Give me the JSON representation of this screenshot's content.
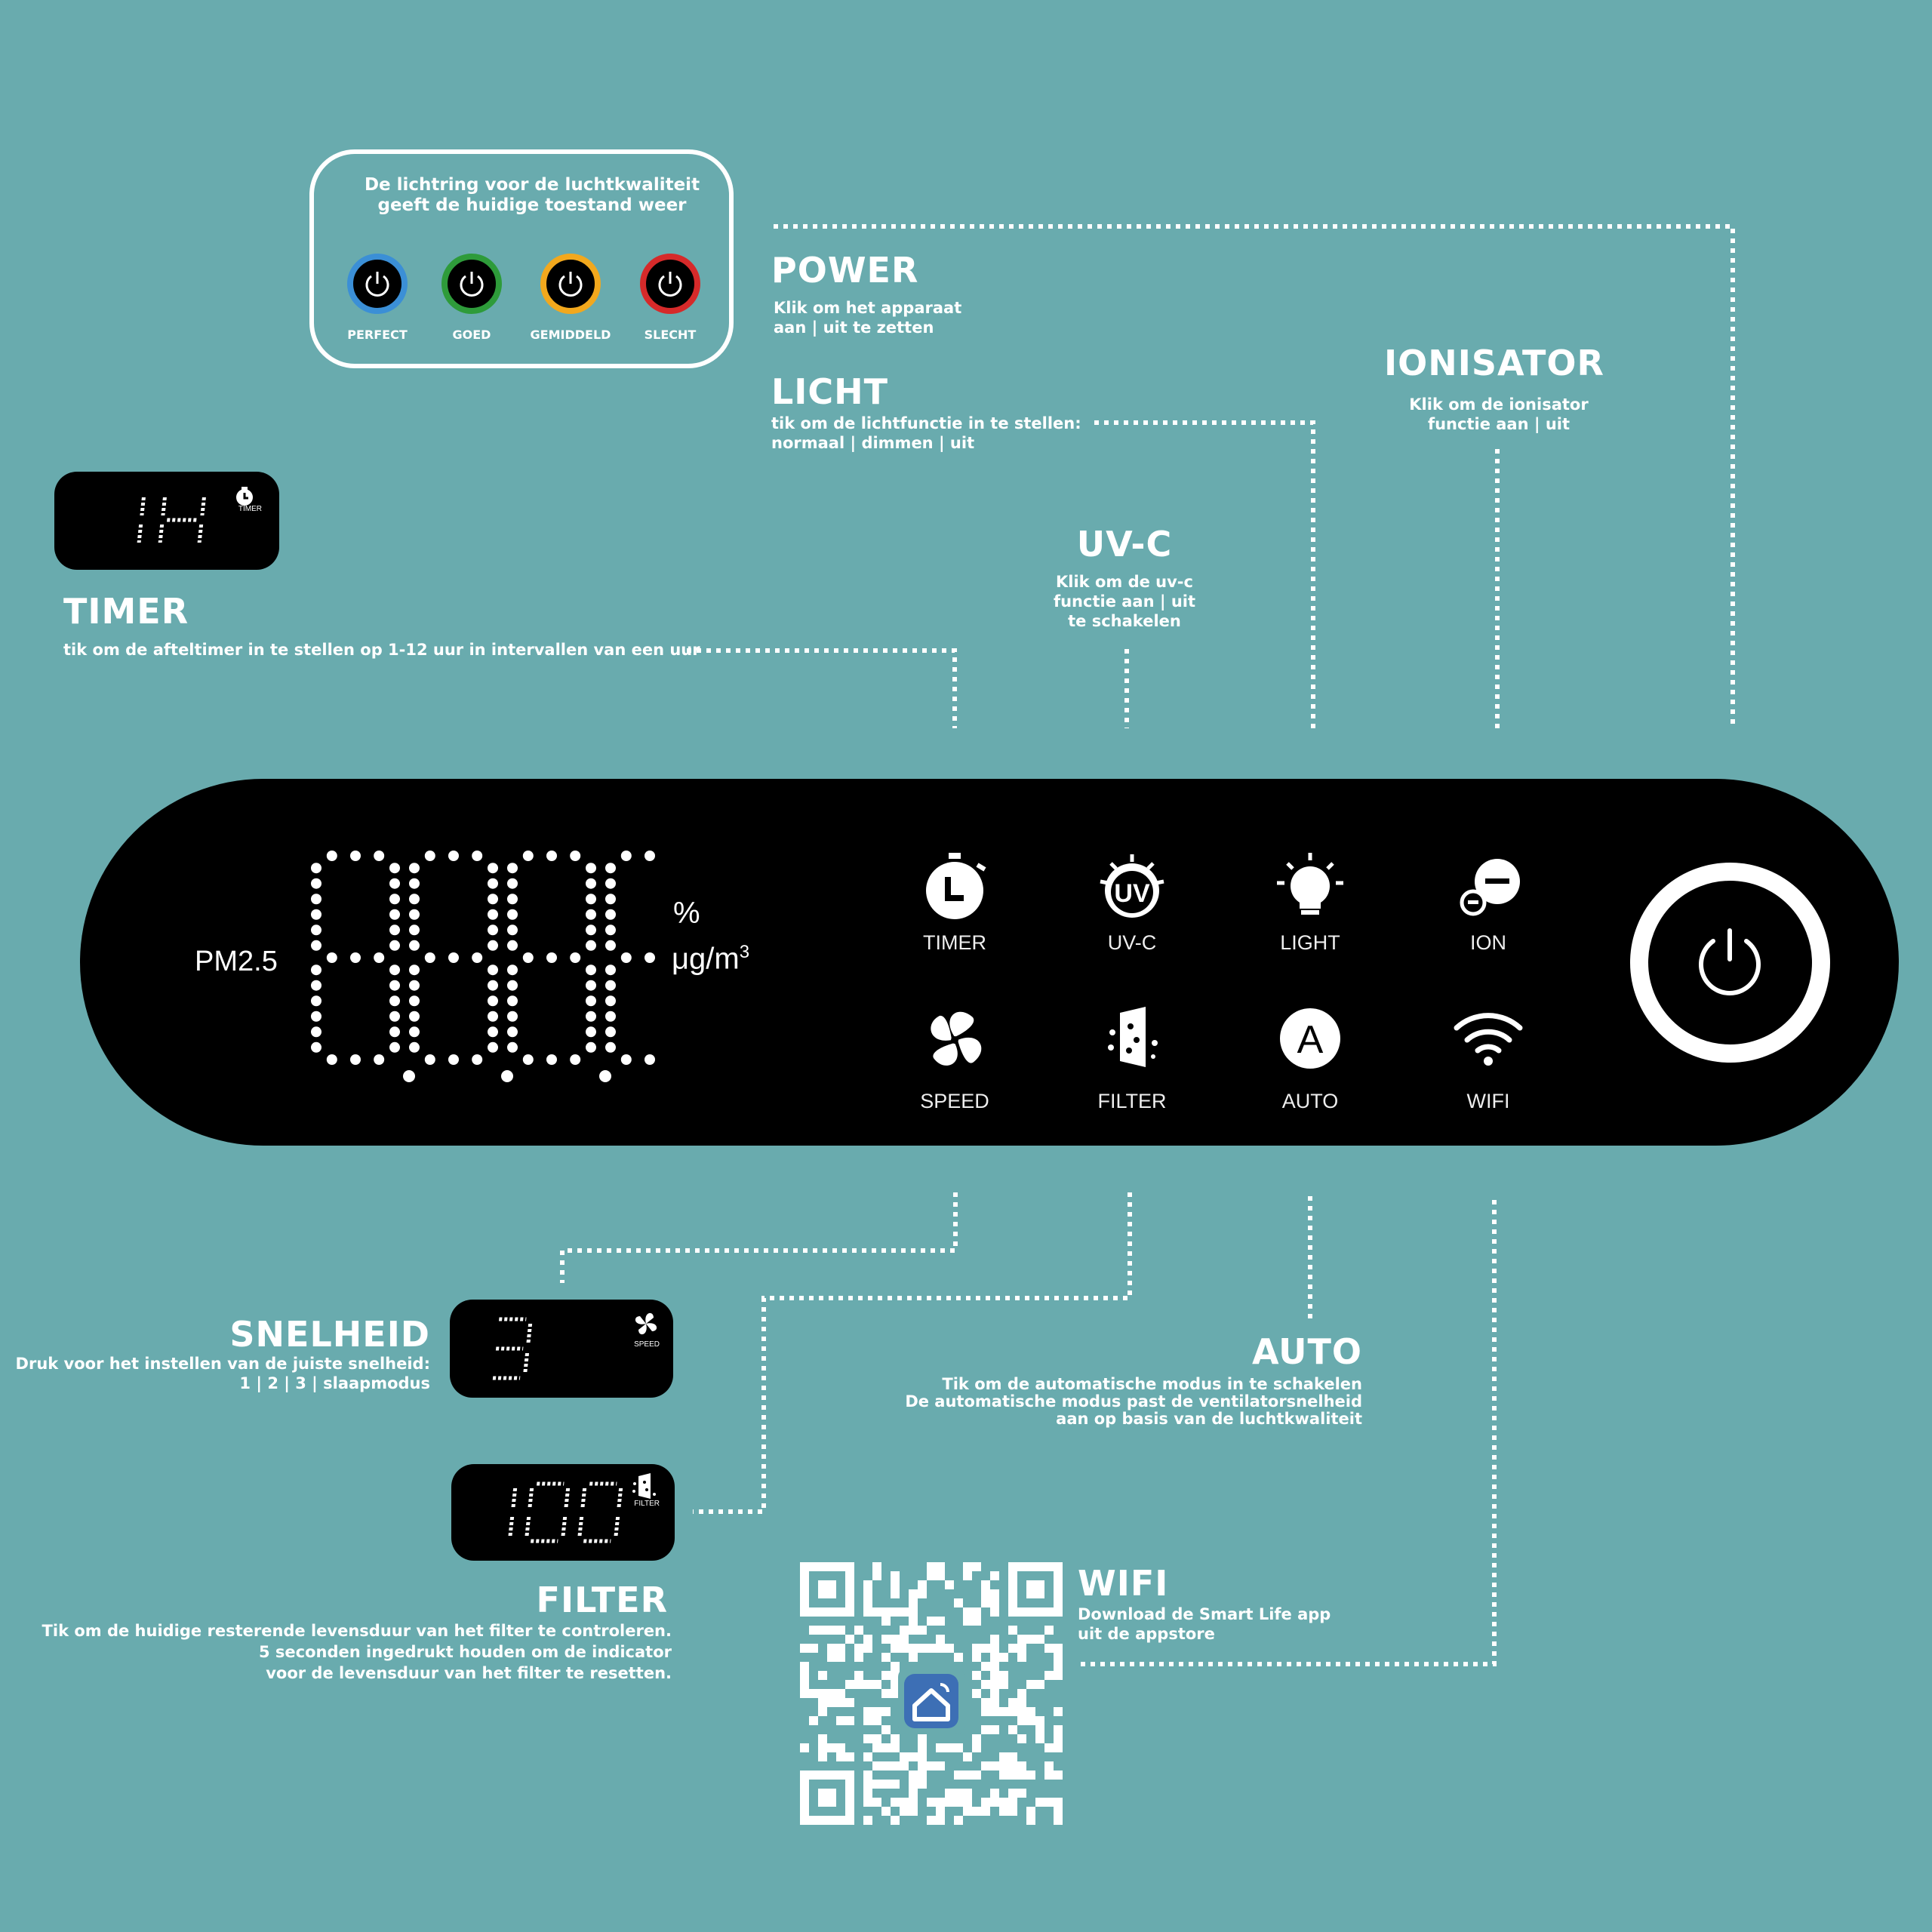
{
  "legend": {
    "text": "De lichtring voor de luchtkwaliteit\ngeeft de huidige toestand weer",
    "rings": [
      {
        "label": "PERFECT",
        "color": "#3b8fd6"
      },
      {
        "label": "GOED",
        "color": "#2e9b3a"
      },
      {
        "label": "GEMIDDELD",
        "color": "#f2a81d"
      },
      {
        "label": "SLECHT",
        "color": "#d62a2a"
      }
    ]
  },
  "annotations": {
    "power": {
      "title": "POWER",
      "desc": "Klik om het apparaat\naan | uit te zetten"
    },
    "licht": {
      "title": "LICHT",
      "desc": "tik om de lichtfunctie in te stellen:\nnormaal | dimmen | uit"
    },
    "ionisator": {
      "title": "IONISATOR",
      "desc": "Klik om de ionisator\nfunctie aan | uit"
    },
    "uvc": {
      "title": "UV-C",
      "desc": "Klik om de uv-c\nfunctie aan | uit\nte schakelen"
    },
    "timer": {
      "title": "TIMER",
      "desc": "tik om de afteltimer in te stellen op 1-12 uur in intervallen van een uur"
    },
    "snelheid": {
      "title": "SNELHEID",
      "desc": "Druk voor het instellen van de juiste snelheid:\n1 | 2 | 3 | slaapmodus"
    },
    "auto": {
      "title": "AUTO",
      "desc": "Tik om de automatische modus in te schakelen\nDe automatische modus past de ventilatorsnelheid\naan op basis van de luchtkwaliteit"
    },
    "filter": {
      "title": "FILTER",
      "desc": "Tik om de huidige resterende levensduur van het filter te controleren.\n5 seconden ingedrukt houden om de indicator\nvoor de levensduur van het filter te resetten."
    },
    "wifi": {
      "title": "WIFI",
      "desc": "Download  de Smart Life app\nuit de appstore"
    }
  },
  "mini_displays": {
    "timer": {
      "value": "1H",
      "caption": "TIMER"
    },
    "speed": {
      "value": "3",
      "caption": "SPEED"
    },
    "filter": {
      "value": "100",
      "caption": "FILTER"
    }
  },
  "panel": {
    "pm_label": "PM2.5",
    "digits": "88.8.8",
    "unit_percent": "%",
    "unit_ugm3": "μg/m",
    "unit_sup": "3",
    "buttons": [
      {
        "label": "TIMER",
        "icon": "timer-icon"
      },
      {
        "label": "UV-C",
        "icon": "uvc-icon"
      },
      {
        "label": "LIGHT",
        "icon": "light-bulb-icon"
      },
      {
        "label": "ION",
        "icon": "ion-icon"
      },
      {
        "label": "SPEED",
        "icon": "fan-icon"
      },
      {
        "label": "FILTER",
        "icon": "filter-icon"
      },
      {
        "label": "AUTO",
        "icon": "auto-icon"
      },
      {
        "label": "WIFI",
        "icon": "wifi-icon"
      }
    ],
    "power_icon": "power-icon"
  },
  "colors": {
    "background": "#69abae",
    "panel": "#000000",
    "text": "#ffffff",
    "app_icon": "#3d6fb5"
  }
}
